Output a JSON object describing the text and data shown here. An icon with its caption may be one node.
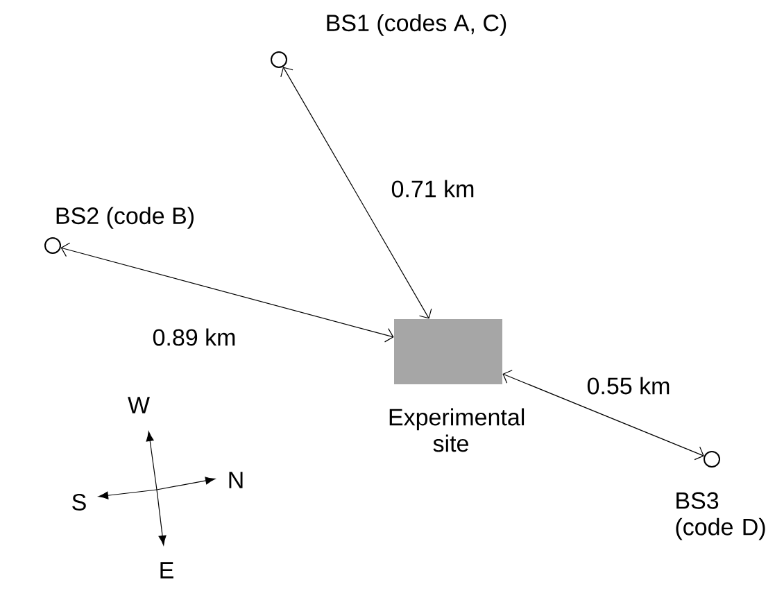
{
  "diagram": {
    "nodes": [
      {
        "text": [
          "BS1 (codes A, C)"
        ]
      },
      {
        "text": [
          "BS2 (code B)"
        ]
      },
      {
        "text": [
          "Experimental site"
        ]
      },
      {
        "text": [
          "BS3 (code D)"
        ]
      }
    ],
    "edges": [
      {
        "from": 0,
        "to": 2,
        "arrow": "both",
        "label": "0.71 km"
      },
      {
        "from": 1,
        "to": 2,
        "arrow": "both",
        "label": "0.89 km"
      },
      {
        "from": 3,
        "to": 2,
        "arrow": "both",
        "label": "0.55 km"
      }
    ],
    "labels": [
      "W",
      "S",
      "N",
      "E"
    ]
  }
}
